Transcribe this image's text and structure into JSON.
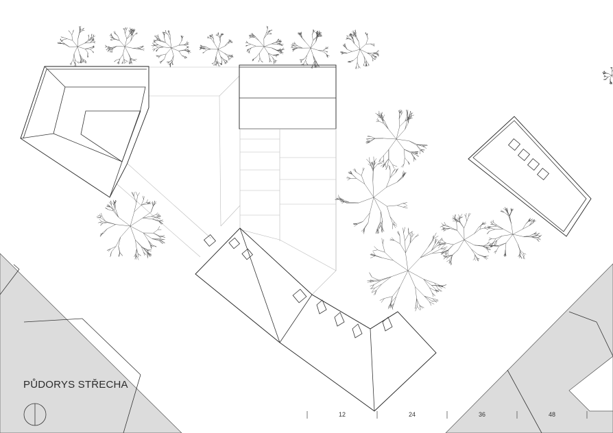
{
  "title": "PŮDORYS STŘECHA",
  "scale_bar": {
    "labels": [
      "12",
      "24",
      "36",
      "48"
    ]
  },
  "icons": {
    "north_arrow": "north-arrow-icon"
  },
  "colors": {
    "neighbour_blocks": "#dcdcdc",
    "linework": "#222222",
    "trees": "#4a4a4a"
  }
}
